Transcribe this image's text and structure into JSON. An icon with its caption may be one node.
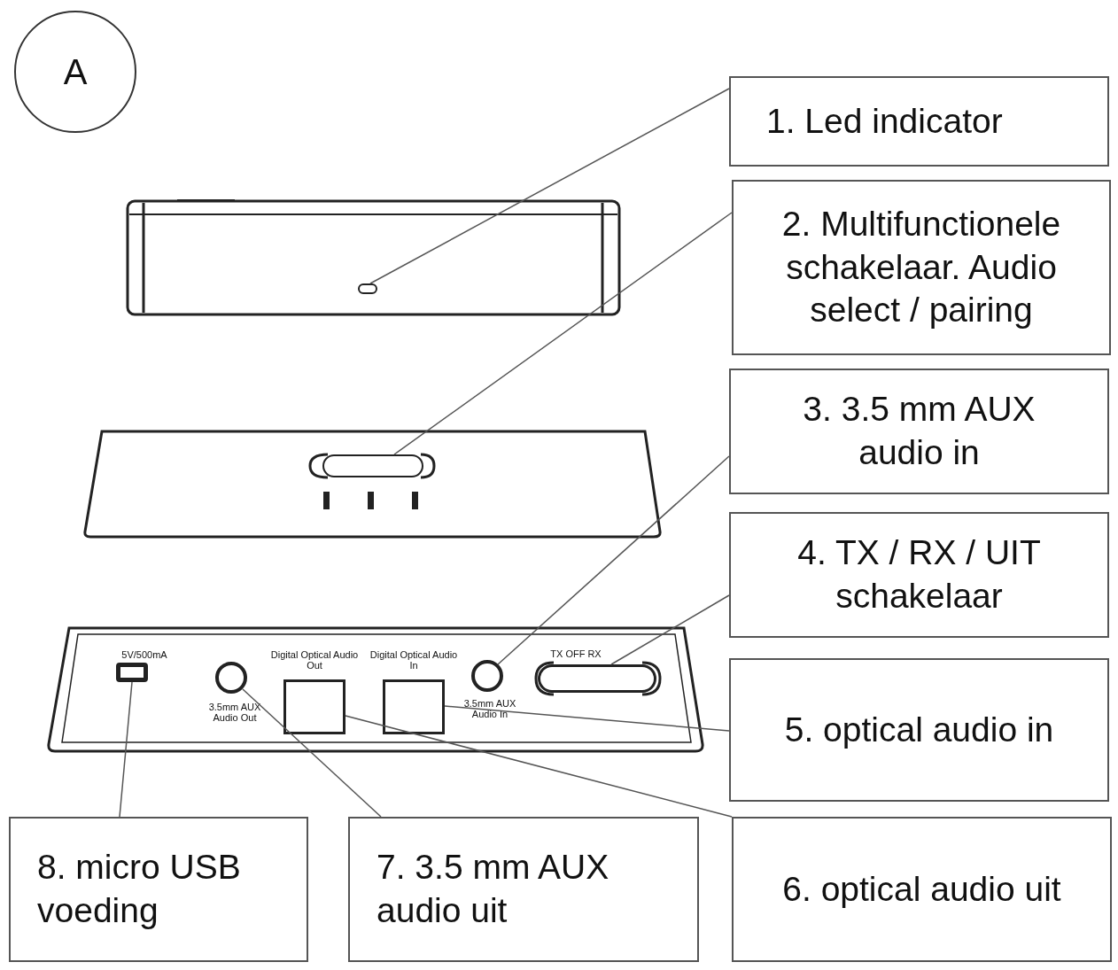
{
  "diagram": {
    "nodes": [
      {
        "text": [
          "A"
        ]
      },
      {
        "text": [
          "1. Led indicator"
        ]
      },
      {
        "text": [],
        "shape": "circle"
      },
      {
        "text": [
          "2. Multifunctionele schakelaar. Audio select / pairing"
        ]
      },
      {
        "text": [],
        "shape": "box"
      },
      {
        "text": [
          "3. 3.5 mm AUX audio in"
        ]
      },
      {
        "text": [
          "4. TX / RX / UIT schakelaar"
        ]
      },
      {
        "text": [
          "5. optical audio in"
        ]
      },
      {
        "text": [],
        "shape": "box"
      },
      {
        "text": [],
        "shape": "circle"
      },
      {
        "text": [],
        "shape": "box"
      },
      {
        "text": [],
        "shape": "box"
      },
      {
        "text": [],
        "shape": "circle"
      },
      {
        "text": [],
        "shape": "box"
      },
      {
        "text": [
          "8. micro USB voeding"
        ]
      },
      {
        "text": [
          "7. 3.5 mm AUX audio uit"
        ]
      },
      {
        "text": [
          "6. optical audio uit"
        ]
      }
    ],
    "edges": [
      {
        "from": 1,
        "to": 2,
        "arrow": "none"
      },
      {
        "from": 3,
        "to": 4,
        "arrow": "none"
      },
      {
        "from": 5,
        "to": 12,
        "arrow": "none"
      },
      {
        "from": 6,
        "to": 13,
        "arrow": "none"
      },
      {
        "from": 7,
        "to": 11,
        "arrow": "none"
      },
      {
        "from": 16,
        "to": 10,
        "arrow": "none"
      },
      {
        "from": 15,
        "to": 9,
        "arrow": "none"
      },
      {
        "from": 14,
        "to": 8,
        "arrow": "none"
      }
    ],
    "labels": [
      "5V/500mA",
      "Digital Optical Audio Out",
      "Digital Optical Audio In",
      "TX OFF RX",
      "3.5mm AUX Audio Out",
      "3.5mm AUX Audio In"
    ]
  }
}
